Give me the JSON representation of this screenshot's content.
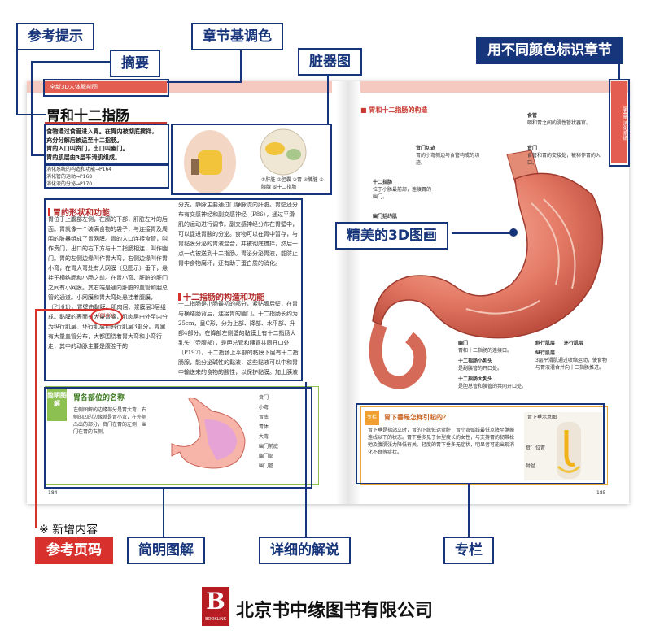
{
  "callouts": {
    "reference_hint": "参考提示",
    "chapter_color": "章节基调色",
    "abstract": "摘要",
    "organ_figure": "脏器图",
    "chapter_colors": "用不同颜色标识章节",
    "fine_3d": "精美的3D图画",
    "new_content": "※ 新增内容",
    "reference_page": "参考页码",
    "simple_diagram": "简明图解",
    "detailed_explanation": "详细的解说",
    "column": "专栏"
  },
  "left_page": {
    "header_tab": "全新3D人体解剖图",
    "title": "胃和十二指肠",
    "summary_lines": [
      "食物通过食管进入胃。在胃内被彻底搅拌，",
      "充分分解后被送至十二指肠。",
      "胃的入口叫贲门，出口叫幽门。",
      "胃的肌层由3层平滑肌组成。"
    ],
    "ref_lines": [
      "消化系统的构造和功能→P164",
      "消化管的运动→P168",
      "消化液的分泌→P170"
    ],
    "organ_legend": [
      "①肝脏",
      "②胆囊",
      "③胃",
      "④脾脏",
      "⑤胰腺",
      "⑥十二指肠"
    ],
    "section1_title": "胃的形状和功能",
    "col1_text": "胃位于上腹部左侧，在膈的下部，肝脏左叶的后面。胃就像一个装满食物的袋子，与连接胃及周围的脏器组成了胃网膜。胃的入口连接食管，叫作贲门，出口的右下方与十二指肠相连，叫作幽门。胃的左侧边缘叫作胃大弯，右侧边缘叫作胃小弯，在胃大弯处有大网膜（见图示）垂下，悬挂于横结肠和小肠之前。在胃小弯、肝脏的肝门之间有小网膜。其右端是通向肝脏的血管和胆总管的通道。小网膜和胃大弯处悬挂着腹膜，（P161）。胃壁由黏膜、肌肉层、浆膜层3层组成。黏膜的表面有大量胃腺，肌肉层由外至内分为纵行肌层、环行肌层和斜行肌层3部分。胃里有大量血管分布，大都围绕着胃大弯和小弯行走，其中的动脉主要是腹腔干的",
    "new_ref": "（P161）",
    "col2_text": "分支。静脉主要通过门静脉流向肝脏。胃壁还分布有交感神经和副交感神经（P86），通过平滑肌的运动进行调节。副交感神经分布在胃壁中，可以促进胃酸的分泌。食物可以在胃中暂存，与胃黏膜分泌的胃液混合，并被彻底搅拌，然后一点一点被送到十二指肠。胃泌分泌胃液，能防止胃中食物腐坏，还有助于蛋白质的消化。",
    "section2_title": "十二指肠的构造和功能",
    "col2_text2": "十二指肠是小肠最初的部分，紧贴腹后壁，在胃与横结肠背后，连接胃的幽门。十二指肠长约为25cm，呈C形，分为上部、降部、水平部、升部4部分。在降部左侧壁的黏膜上有十二指肠大乳头（壶腹部），是胆总管和胰管共同开口处（P197）。十二指肠上平部的黏膜下层有十二指肠腺，能分泌碱性的黏液，这些黏液可以中和胃中输送来的食物的酸性，以保护黏膜。加上胰液和胆汁的注入，以完成食物的吸收与消化。",
    "diagram_label": "简明图解",
    "diagram_title": "胃各部位的名称",
    "diagram_desc": "左侧图解的边缘部分是胃大弯，右侧的凹的边缘就是胃小弯，在外侧凸出的部分，贲门在胃的左侧，幽门在胃的右侧。",
    "diagram_labels": [
      "贲门",
      "小弯",
      "胃底",
      "胃体",
      "大弯",
      "幽门前庭",
      "幽门部",
      "幽门管"
    ],
    "page_number": "184"
  },
  "right_page": {
    "section_title": "胃和十二指肠的构造",
    "chapter_tab": "第4章 消化系统",
    "labels": [
      {
        "name": "食管",
        "desc": "咽和胃之间的肌性管状器官。"
      },
      {
        "name": "贲门",
        "desc": "食管和胃的交接处，被称作胃的入口。"
      },
      {
        "name": "贲门切迹",
        "desc": "胃的小弯侧边与食管构成的切迹。"
      },
      {
        "name": "十二指肠",
        "desc": "位于小肠最前部，连接胃的幽门。"
      },
      {
        "name": "幽门括约肌",
        "desc": ""
      },
      {
        "name": "幽门",
        "desc": "胃和十二指肠的连接口。"
      },
      {
        "name": "十二指肠小乳头",
        "desc": "是副胰管的开口处。"
      },
      {
        "name": "十二指肠大乳头",
        "desc": "是胆总管和胰管的共同开口处。"
      },
      {
        "name": "斜行肌层",
        "desc": ""
      },
      {
        "name": "环行肌层",
        "desc": ""
      },
      {
        "name": "纵行肌层",
        "desc": "3层平滑肌通过收缩运动，使食物与胃液混合并向十二指肠推进。"
      }
    ],
    "column_tag": "专栏",
    "column_title": "胃下垂是怎样引起的？",
    "column_text": "胃下垂是指站立时，胃的下缘低达盆腔，胃小弯弧线最低点降至髂嵴连线以下的状态。胃下垂多见于体型瘦长的女性，与支持胃的韧带松弛及腹肌张力降低有关。轻度的胃下垂多无症状，明显者可能出现消化不良等症状。",
    "column_fig_title": "胃下垂示意图",
    "column_fig_labels": [
      "贲门位置",
      "骨盆"
    ],
    "page_number": "185"
  },
  "publisher": {
    "name": "北京书中缘图书有限公司",
    "logo_text": "BOOKLINK"
  }
}
